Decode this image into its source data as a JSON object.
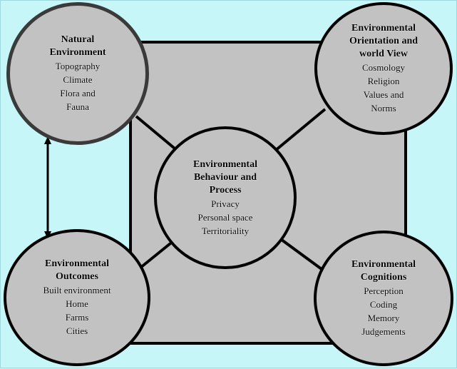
{
  "diagram": {
    "nodes": {
      "natural_environment": {
        "title_lines": [
          "Natural",
          "Environment"
        ],
        "items": [
          "Topography",
          "Climate",
          "Flora and",
          "Fauna"
        ]
      },
      "environmental_orientation": {
        "title_lines": [
          "Environmental",
          "Orientation and",
          "world View"
        ],
        "items": [
          "Cosmology",
          "Religion",
          "Values and",
          "Norms"
        ]
      },
      "environmental_behaviour": {
        "title_lines": [
          "Environmental",
          "Behaviour and",
          "Process"
        ],
        "items": [
          "Privacy",
          "Personal space",
          "Territoriality"
        ]
      },
      "environmental_outcomes": {
        "title_lines": [
          "Environmental",
          "Outcomes"
        ],
        "items": [
          "Built environment",
          "Home",
          "Farms",
          "Cities"
        ]
      },
      "environmental_cognitions": {
        "title_lines": [
          "Environmental",
          "Cognitions"
        ],
        "items": [
          "Perception",
          "Coding",
          "Memory",
          "Judgements"
        ]
      }
    },
    "colors": {
      "background": "#c6f6f8",
      "node_fill": "#c2c2c2",
      "frame_fill": "#c2c2c2",
      "stroke": "#000000"
    }
  }
}
